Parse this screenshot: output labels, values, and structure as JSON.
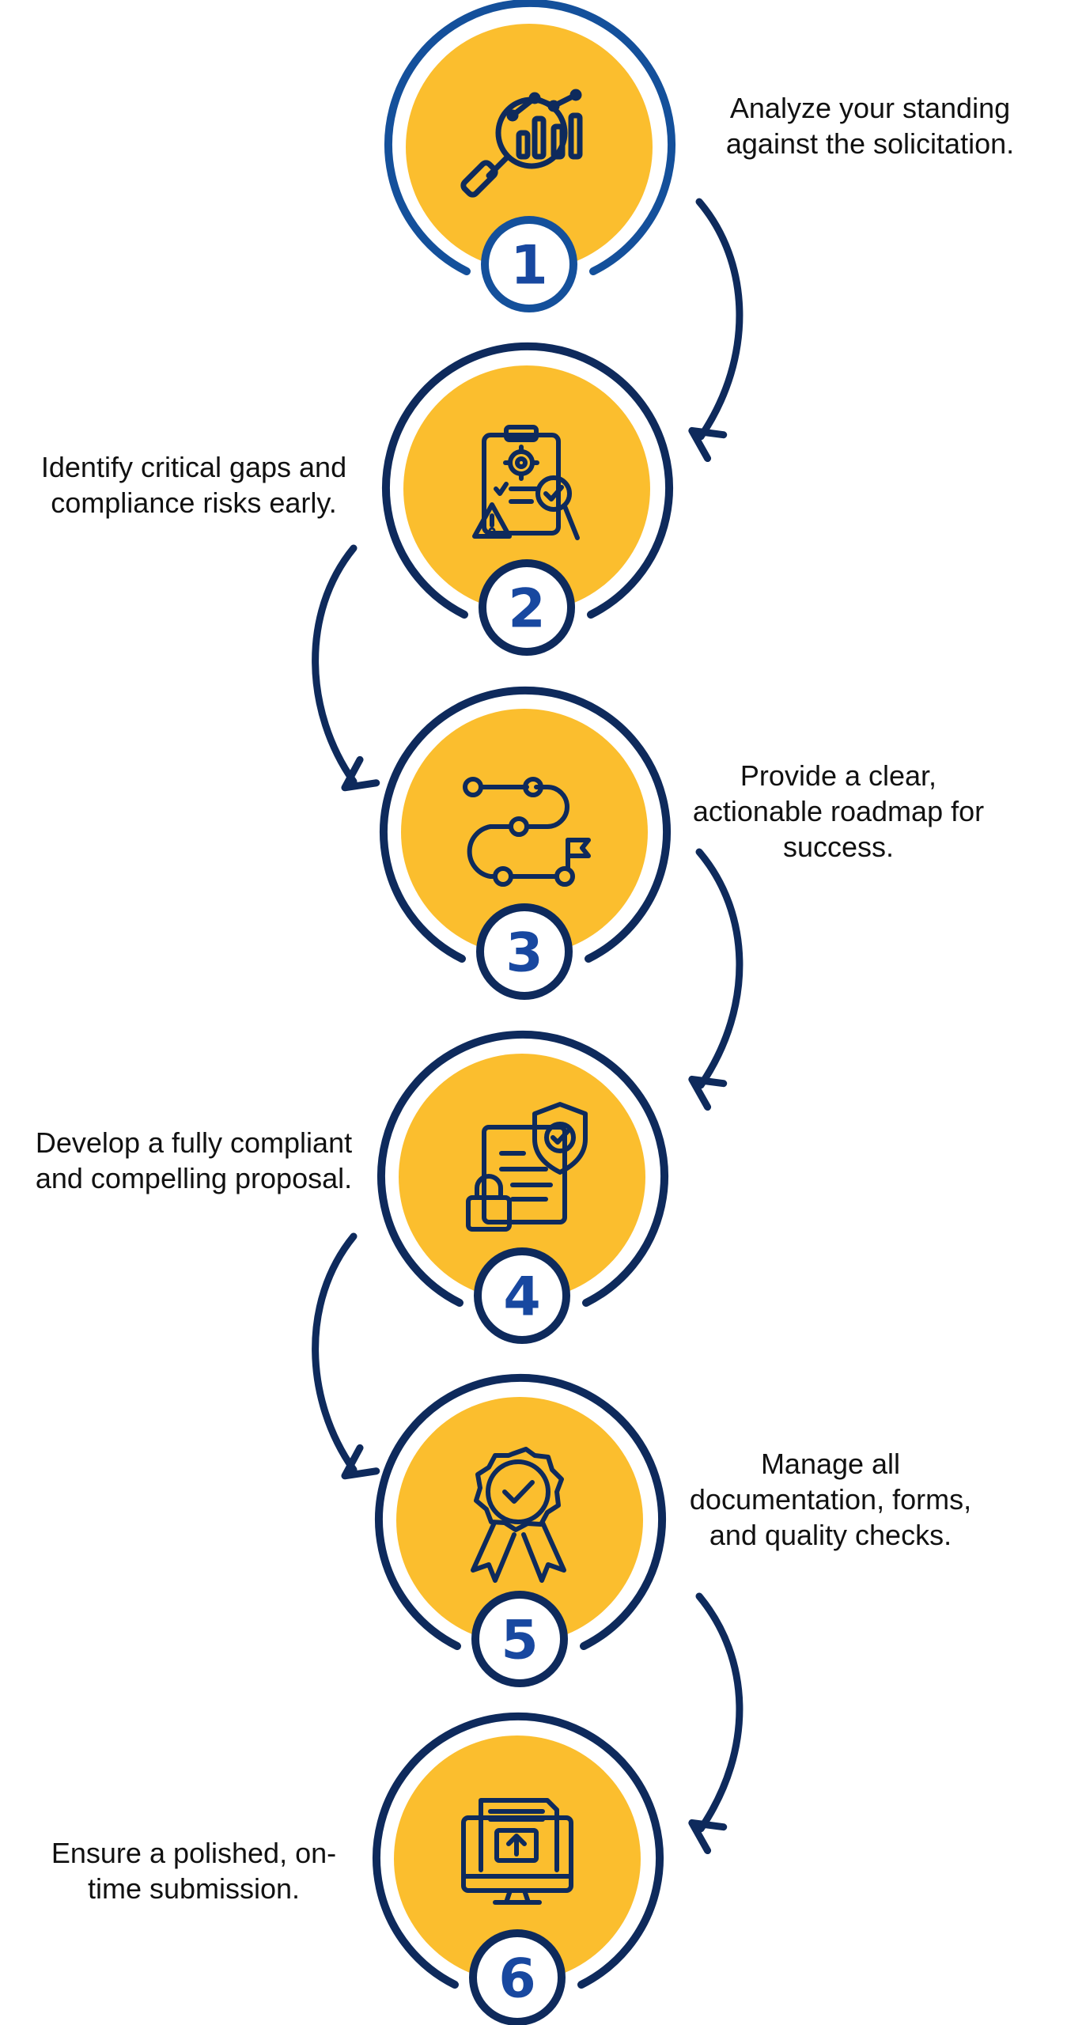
{
  "colors": {
    "accent_yellow": "#FBBE2E",
    "ring_navy": "#0E2A5C",
    "number_blue": "#1848A0",
    "first_ring_blue": "#14509B"
  },
  "steps": [
    {
      "number": "1",
      "icon": "magnifier-chart-icon",
      "text": "Analyze your standing against the solicitation."
    },
    {
      "number": "2",
      "icon": "clipboard-gear-warning-icon",
      "text": "Identify critical gaps and compliance risks early."
    },
    {
      "number": "3",
      "icon": "route-flag-icon",
      "text": "Provide a clear, actionable roadmap for success."
    },
    {
      "number": "4",
      "icon": "document-shield-lock-icon",
      "text": "Develop a fully compliant and compelling proposal."
    },
    {
      "number": "5",
      "icon": "award-badge-check-icon",
      "text": "Manage all documentation, forms, and quality checks."
    },
    {
      "number": "6",
      "icon": "monitor-upload-icon",
      "text": "Ensure a polished, on-time submission."
    }
  ]
}
